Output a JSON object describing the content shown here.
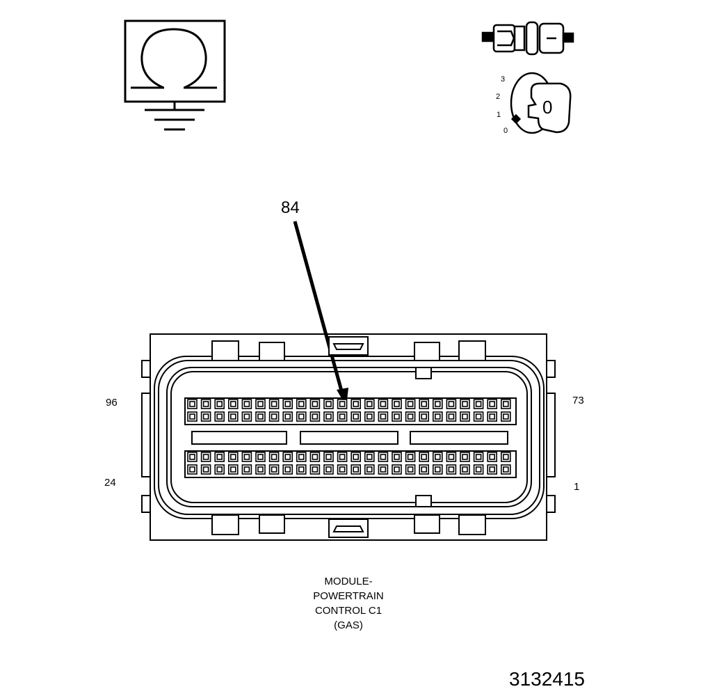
{
  "callout": {
    "number": "84"
  },
  "pin_labels": {
    "top_left": "96",
    "bottom_left": "24",
    "top_right": "73",
    "bottom_right": "1"
  },
  "caption": {
    "line1": "MODULE-",
    "line2": "POWERTRAIN",
    "line3": "CONTROL C1",
    "line4": "(GAS)"
  },
  "figure_number": "3132415",
  "ignition_key": {
    "positions": [
      "3",
      "2",
      "1",
      "0"
    ],
    "key_text": "0"
  },
  "icons": {
    "ohmmeter": "ohm-ground-icon",
    "connector": "connector-plug-icon",
    "ignition": "ignition-key-icon"
  },
  "connector": {
    "top_row_pins": 24,
    "bottom_row_pins": 24
  }
}
